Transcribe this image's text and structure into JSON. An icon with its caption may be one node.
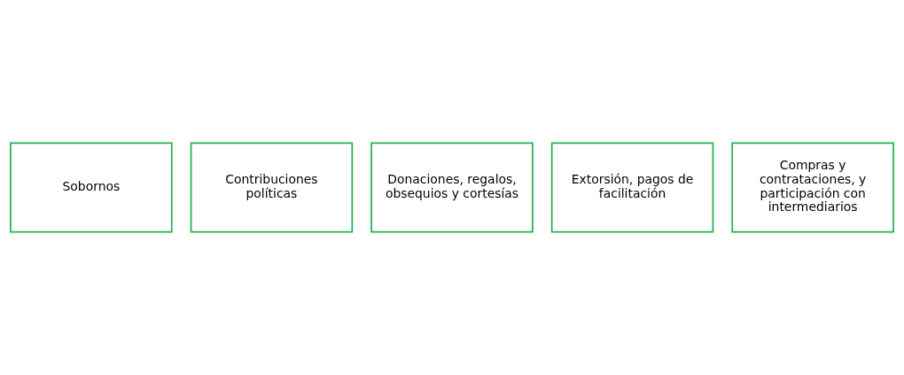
{
  "diagram": {
    "nodes": [
      {
        "text": [
          "Sobornos"
        ]
      },
      {
        "text": [
          "Contribuciones políticas"
        ]
      },
      {
        "text": [
          "Donaciones, regalos, obsequios y cortesías"
        ]
      },
      {
        "text": [
          "Extorsión, pagos de facilitación"
        ]
      },
      {
        "text": [
          "Compras y contrataciones, y participación con intermediarios"
        ]
      }
    ]
  }
}
